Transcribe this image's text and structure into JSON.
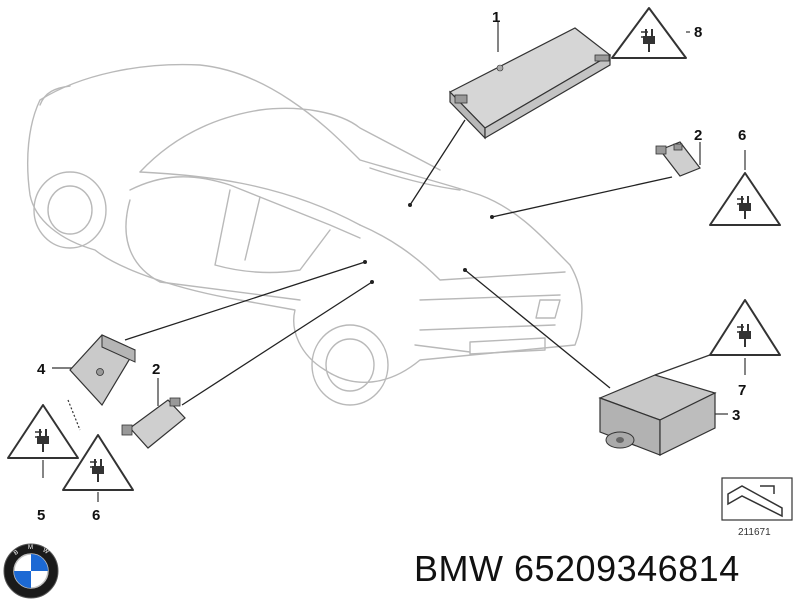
{
  "diagram": {
    "callouts": [
      "1",
      "8",
      "2",
      "6",
      "4",
      "2",
      "5",
      "6",
      "7",
      "3"
    ],
    "reference_number": "211671"
  },
  "footer": {
    "part_number": "BMW 65209346814"
  },
  "icons": {
    "warning": "warning-triangle-plug-icon",
    "brand": "bmw-roundel-logo-icon",
    "reference": "chevron-arrow-reference-icon"
  },
  "colors": {
    "car_outline": "#b9b9b9",
    "part_fill": "#d0d0d0",
    "line": "#222222",
    "logo_blue": "#1c69d4"
  }
}
